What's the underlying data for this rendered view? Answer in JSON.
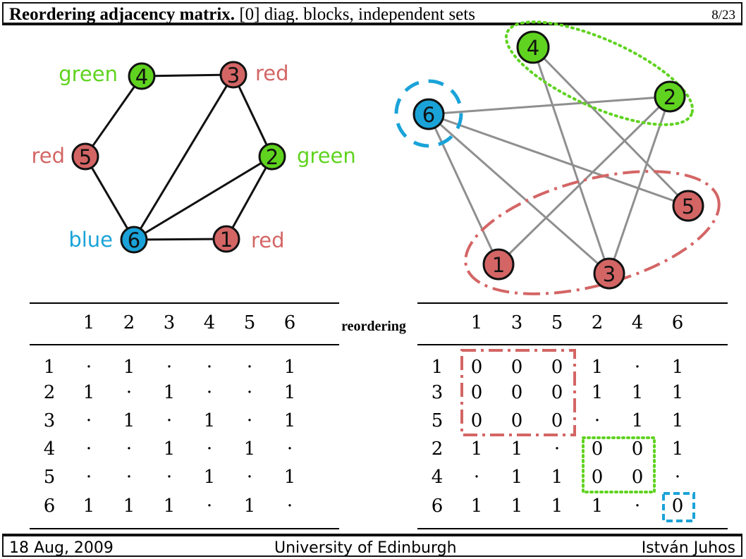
{
  "header": {
    "title_bold": "Reordering adjacency matrix.",
    "title_rest": "[0] diag. blocks, independent sets",
    "page_num": "8/23"
  },
  "footer": {
    "date": "18 Aug, 2009",
    "institution": "University of Edinburgh",
    "author": "István Juhos"
  },
  "colors": {
    "red": "#d46565",
    "green": "#5fd31f",
    "blue": "#1aa3d8",
    "edge_dark": "#111111",
    "edge_gray": "#8f8f8f"
  },
  "left_graph": {
    "nodes": [
      {
        "id": "4",
        "color": "green",
        "label": "green"
      },
      {
        "id": "3",
        "color": "red",
        "label": "red"
      },
      {
        "id": "5",
        "color": "red",
        "label": "red"
      },
      {
        "id": "2",
        "color": "green",
        "label": "green"
      },
      {
        "id": "6",
        "color": "blue",
        "label": "blue"
      },
      {
        "id": "1",
        "color": "red",
        "label": "red"
      }
    ],
    "edges": [
      [
        "4",
        "3"
      ],
      [
        "4",
        "5"
      ],
      [
        "5",
        "6"
      ],
      [
        "3",
        "2"
      ],
      [
        "3",
        "6"
      ],
      [
        "2",
        "6"
      ],
      [
        "2",
        "1"
      ],
      [
        "6",
        "1"
      ]
    ]
  },
  "right_graph": {
    "nodes": [
      {
        "id": "4",
        "color": "green"
      },
      {
        "id": "2",
        "color": "green"
      },
      {
        "id": "6",
        "color": "blue"
      },
      {
        "id": "5",
        "color": "red"
      },
      {
        "id": "1",
        "color": "red"
      },
      {
        "id": "3",
        "color": "red"
      }
    ],
    "edges": [
      [
        "6",
        "2"
      ],
      [
        "6",
        "5"
      ],
      [
        "6",
        "1"
      ],
      [
        "6",
        "3"
      ],
      [
        "4",
        "5"
      ],
      [
        "4",
        "3"
      ],
      [
        "2",
        "1"
      ],
      [
        "2",
        "3"
      ]
    ]
  },
  "reorder_label": "reordering",
  "left_matrix": {
    "col_headers": [
      "1",
      "2",
      "3",
      "4",
      "5",
      "6"
    ],
    "rows": [
      {
        "header": "1",
        "cells": [
          "·",
          "1",
          "·",
          "·",
          "·",
          "1"
        ]
      },
      {
        "header": "2",
        "cells": [
          "1",
          "·",
          "1",
          "·",
          "·",
          "1"
        ]
      },
      {
        "header": "3",
        "cells": [
          "·",
          "1",
          "·",
          "1",
          "·",
          "1"
        ]
      },
      {
        "header": "4",
        "cells": [
          "·",
          "·",
          "1",
          "·",
          "1",
          "·"
        ]
      },
      {
        "header": "5",
        "cells": [
          "·",
          "·",
          "·",
          "1",
          "·",
          "1"
        ]
      },
      {
        "header": "6",
        "cells": [
          "1",
          "1",
          "1",
          "·",
          "1",
          "·"
        ]
      }
    ]
  },
  "right_matrix": {
    "col_headers": [
      "1",
      "3",
      "5",
      "2",
      "4",
      "6"
    ],
    "rows": [
      {
        "header": "1",
        "cells": [
          "0",
          "0",
          "0",
          "1",
          "·",
          "1"
        ]
      },
      {
        "header": "3",
        "cells": [
          "0",
          "0",
          "0",
          "1",
          "1",
          "1"
        ]
      },
      {
        "header": "5",
        "cells": [
          "0",
          "0",
          "0",
          "·",
          "1",
          "1"
        ]
      },
      {
        "header": "2",
        "cells": [
          "1",
          "1",
          "·",
          "0",
          "0",
          "1"
        ]
      },
      {
        "header": "4",
        "cells": [
          "·",
          "1",
          "1",
          "0",
          "0",
          "·"
        ]
      },
      {
        "header": "6",
        "cells": [
          "1",
          "1",
          "1",
          "1",
          "·",
          "0"
        ]
      }
    ]
  }
}
